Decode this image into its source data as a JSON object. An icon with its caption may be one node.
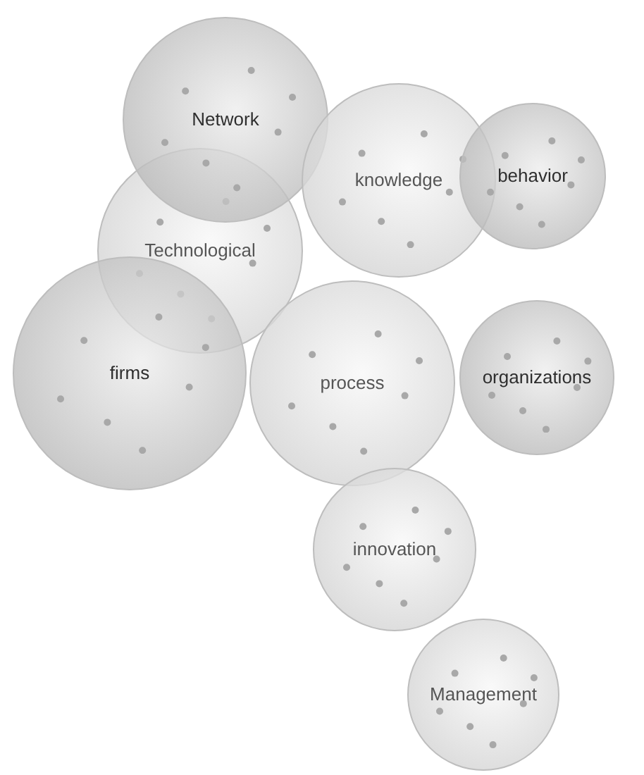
{
  "diagram": {
    "nodes": [
      {
        "text": [
          "Network"
        ]
      },
      {
        "text": [
          "knowledge"
        ]
      },
      {
        "text": [
          "behavior"
        ]
      },
      {
        "text": [
          "Technological"
        ]
      },
      {
        "text": [
          "firms"
        ]
      },
      {
        "text": [
          "process"
        ]
      },
      {
        "text": [
          "organizations"
        ]
      },
      {
        "text": [
          "innovation"
        ]
      },
      {
        "text": [
          "Management"
        ]
      }
    ]
  }
}
